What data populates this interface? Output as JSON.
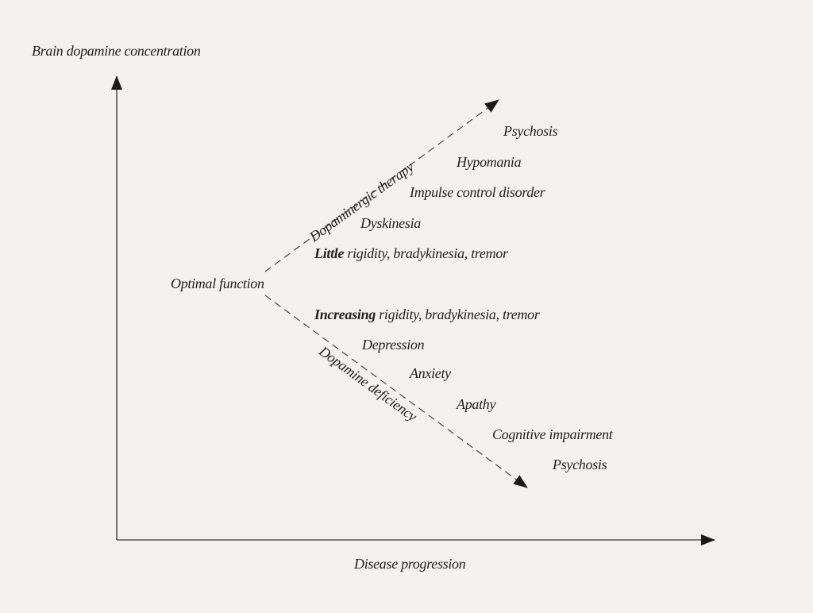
{
  "diagram": {
    "y_axis_label": "Brain dopamine concentration",
    "x_axis_label": "Disease progression",
    "origin_label": "Optimal function",
    "upper_branch": {
      "label": "Dopaminergic therapy",
      "items": [
        {
          "bold": "Little",
          "text": " rigidity, bradykinesia, tremor"
        },
        {
          "bold": "",
          "text": "Dyskinesia"
        },
        {
          "bold": "",
          "text": "Impulse control disorder"
        },
        {
          "bold": "",
          "text": "Hypomania"
        },
        {
          "bold": "",
          "text": "Psychosis"
        }
      ]
    },
    "lower_branch": {
      "label": "Dopamine deficiency",
      "items": [
        {
          "bold": "Increasing",
          "text": " rigidity, bradykinesia, tremor"
        },
        {
          "bold": "",
          "text": "Depression"
        },
        {
          "bold": "",
          "text": "Anxiety"
        },
        {
          "bold": "",
          "text": "Apathy"
        },
        {
          "bold": "",
          "text": "Cognitive impairment"
        },
        {
          "bold": "",
          "text": "Psychosis"
        }
      ]
    },
    "colors": {
      "background": "#f3f2f0",
      "ink": "#222222",
      "axis": "#444444"
    }
  }
}
